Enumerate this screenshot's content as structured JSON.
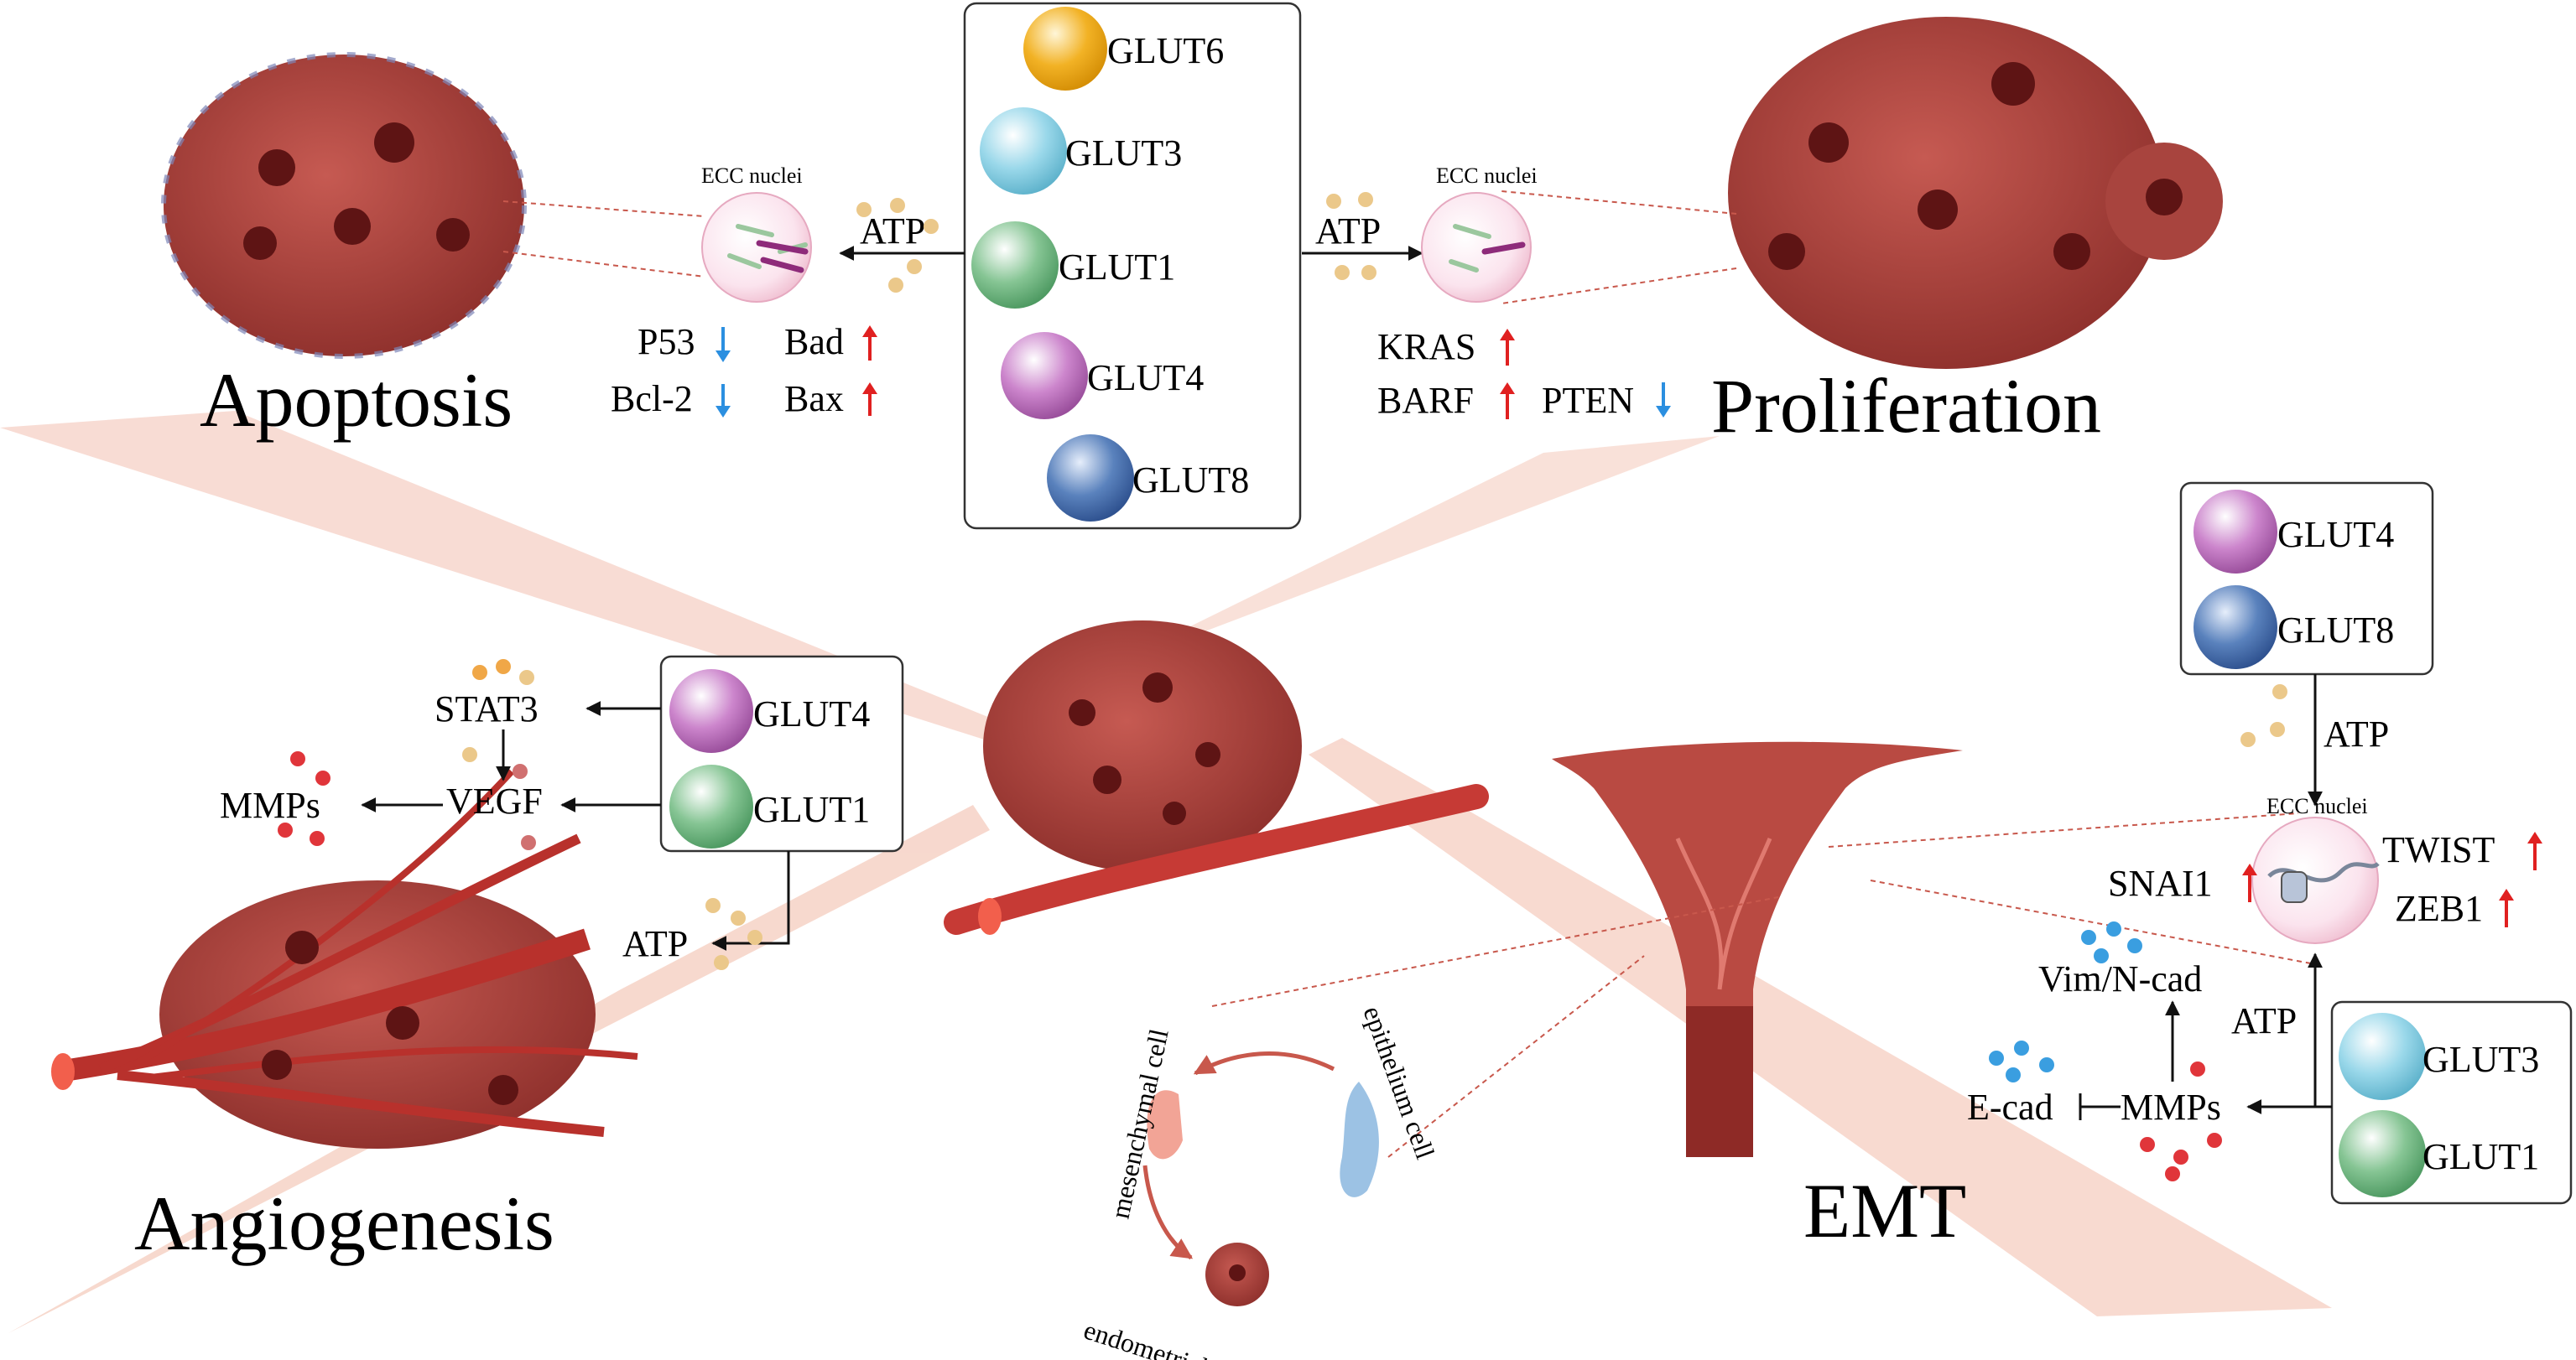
{
  "sections": {
    "apoptosis": "Apoptosis",
    "proliferation": "Proliferation",
    "angiogenesis": "Angiogenesis",
    "emt": "EMT"
  },
  "nucleus_label": "ECC nuclei",
  "atp": "ATP",
  "top_box": [
    "GLUT6",
    "GLUT3",
    "GLUT1",
    "GLUT4",
    "GLUT8"
  ],
  "apoptosis_markers": {
    "p53": "P53",
    "bcl2": "Bcl-2",
    "bad": "Bad",
    "bax": "Bax"
  },
  "proliferation_markers": {
    "kras": "KRAS",
    "barf": "BARF",
    "pten": "PTEN"
  },
  "angiogenesis": {
    "box": [
      "GLUT4",
      "GLUT1"
    ],
    "stat3": "STAT3",
    "vegf": "VEGF",
    "mmps": "MMPs"
  },
  "emt": {
    "top_box": [
      "GLUT4",
      "GLUT8"
    ],
    "bottom_box": [
      "GLUT3",
      "GLUT1"
    ],
    "twist": "TWIST",
    "zeb1": "ZEB1",
    "snai1": "SNAI1",
    "vim": "Vim/N-cad",
    "ecad": "E-cad",
    "mmps": "MMPs"
  },
  "cycle": {
    "mesenchymal": "mesenchymal cell",
    "epithelium": "epithelium cell",
    "cancer": "endometrial cancer cell"
  },
  "colors": {
    "glut6": "#f2b225",
    "glut3": "#8fd3e6",
    "glut1": "#7cc08a",
    "glut4": "#c77ac7",
    "glut8": "#4c76b5",
    "tissue": "#a33a35",
    "beam": "#f4c9bd",
    "up_arrow": "#e02020",
    "down_arrow": "#2b8fe0"
  }
}
